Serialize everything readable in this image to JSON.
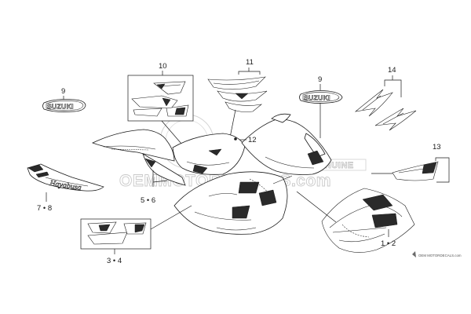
{
  "diagram": {
    "callouts": {
      "c1_2": "1 • 2",
      "c3_4": "3 • 4",
      "c5_6": "5 • 6",
      "c7_8": "7 • 8",
      "c9_left": "9",
      "c9_right": "9",
      "c10": "10",
      "c11": "11",
      "c12": "12",
      "c13": "13",
      "c14": "14"
    },
    "suzuki_label_left": "SUZUKI",
    "suzuki_label_right": "SUZUKI",
    "watermark_line": "OEMMOTORDECALS.com",
    "watermark_badge": "GENUINE",
    "credit_text": "OEM MOTORDECALS.com"
  }
}
